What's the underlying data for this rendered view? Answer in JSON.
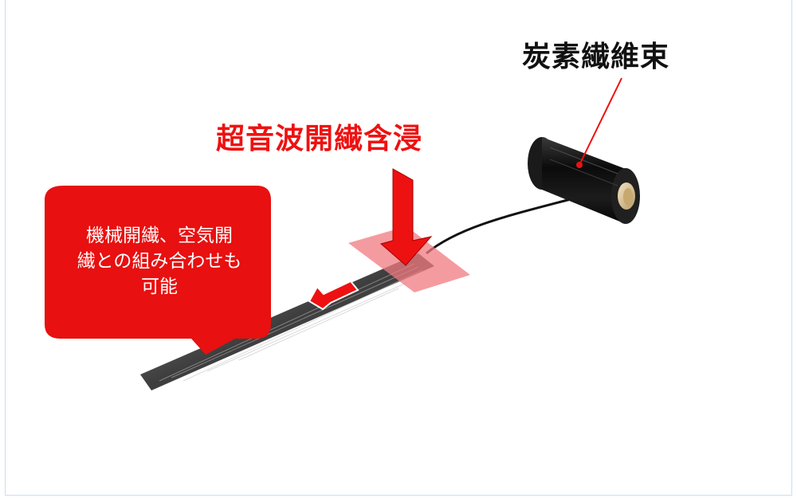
{
  "labels": {
    "carbon_fiber_bundle": "炭素繊維束",
    "ultrasonic_impregnation": "超音波開繊含浸"
  },
  "callout": {
    "lines": [
      "機械開繊、空気開",
      "繊との組み合わせも",
      "可能"
    ]
  },
  "colors": {
    "accent_red": "#ee1111",
    "callout_red": "#e81010",
    "text_dark": "#111111",
    "zone_pink": "#f07a80"
  }
}
